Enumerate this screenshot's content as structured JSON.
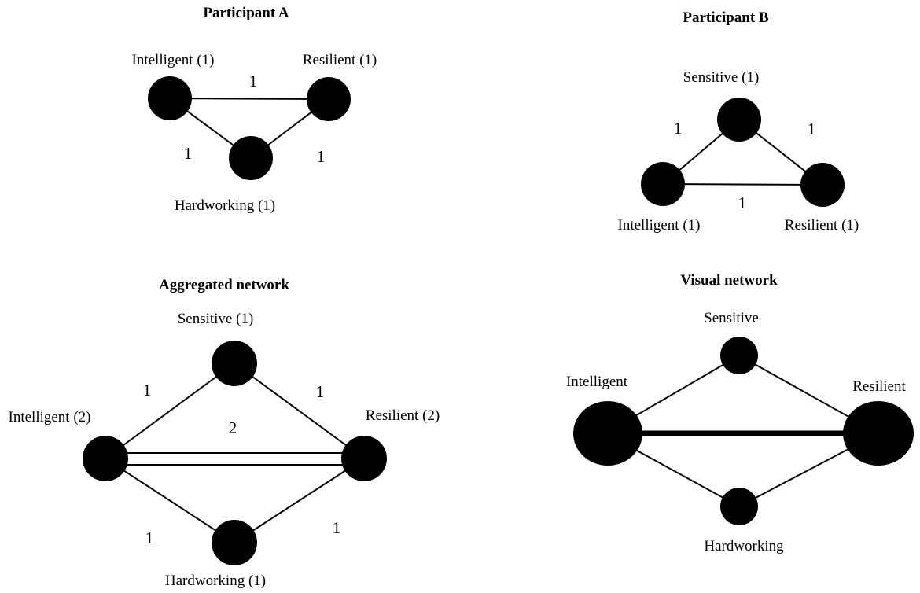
{
  "panels": [
    {
      "id": "participant-a",
      "title": "Participant A",
      "nodes": [
        {
          "id": "intelligent",
          "label": "Intelligent (1)",
          "weight": 1
        },
        {
          "id": "resilient",
          "label": "Resilient (1)",
          "weight": 1
        },
        {
          "id": "hardworking",
          "label": "Hardworking (1)",
          "weight": 1
        }
      ],
      "edges": [
        {
          "from": "intelligent",
          "to": "resilient",
          "label": "1",
          "weight": 1
        },
        {
          "from": "intelligent",
          "to": "hardworking",
          "label": "1",
          "weight": 1
        },
        {
          "from": "hardworking",
          "to": "resilient",
          "label": "1",
          "weight": 1
        }
      ]
    },
    {
      "id": "participant-b",
      "title": "Participant B",
      "nodes": [
        {
          "id": "sensitive",
          "label": "Sensitive (1)",
          "weight": 1
        },
        {
          "id": "intelligent",
          "label": "Intelligent (1)",
          "weight": 1
        },
        {
          "id": "resilient",
          "label": "Resilient (1)",
          "weight": 1
        }
      ],
      "edges": [
        {
          "from": "sensitive",
          "to": "intelligent",
          "label": "1",
          "weight": 1
        },
        {
          "from": "sensitive",
          "to": "resilient",
          "label": "1",
          "weight": 1
        },
        {
          "from": "intelligent",
          "to": "resilient",
          "label": "1",
          "weight": 1
        }
      ]
    },
    {
      "id": "aggregated",
      "title": "Aggregated network",
      "nodes": [
        {
          "id": "sensitive",
          "label": "Sensitive (1)",
          "weight": 1
        },
        {
          "id": "intelligent",
          "label": "Intelligent (2)",
          "weight": 2
        },
        {
          "id": "resilient",
          "label": "Resilient (2)",
          "weight": 2
        },
        {
          "id": "hardworking",
          "label": "Hardworking (1)",
          "weight": 1
        }
      ],
      "edges": [
        {
          "from": "intelligent",
          "to": "sensitive",
          "label": "1",
          "weight": 1
        },
        {
          "from": "sensitive",
          "to": "resilient",
          "label": "1",
          "weight": 1
        },
        {
          "from": "intelligent",
          "to": "resilient",
          "label": "2",
          "weight": 2
        },
        {
          "from": "intelligent",
          "to": "hardworking",
          "label": "1",
          "weight": 1
        },
        {
          "from": "hardworking",
          "to": "resilient",
          "label": "1",
          "weight": 1
        }
      ]
    },
    {
      "id": "visual",
      "title": "Visual network",
      "nodes": [
        {
          "id": "sensitive",
          "label": "Sensitive",
          "weight": 1
        },
        {
          "id": "intelligent",
          "label": "Intelligent",
          "weight": 2
        },
        {
          "id": "resilient",
          "label": "Resilient",
          "weight": 2
        },
        {
          "id": "hardworking",
          "label": "Hardworking",
          "weight": 1
        }
      ],
      "edges": [
        {
          "from": "intelligent",
          "to": "sensitive",
          "weight": 1
        },
        {
          "from": "sensitive",
          "to": "resilient",
          "weight": 1
        },
        {
          "from": "intelligent",
          "to": "resilient",
          "weight": 2
        },
        {
          "from": "intelligent",
          "to": "hardworking",
          "weight": 1
        },
        {
          "from": "hardworking",
          "to": "resilient",
          "weight": 1
        }
      ]
    }
  ]
}
